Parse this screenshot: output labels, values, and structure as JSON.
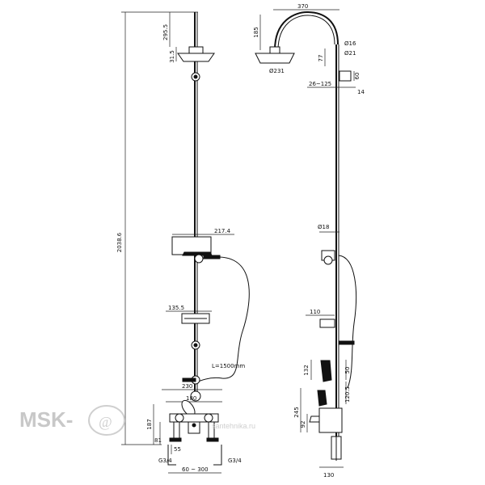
{
  "labels": {
    "total_height": "2038.6",
    "head_drop": "295.5",
    "head_thickness": "31.5",
    "holder_width": "217.4",
    "soap_dish_width": "135.5",
    "hose_length": "L=1500mm",
    "mixer_width_top": "230",
    "mixer_width_mid": "180",
    "mixer_height": "187",
    "dim_81": "81",
    "dim_55": "55",
    "inlet_left": "G3/4",
    "inlet_right": "G3/4",
    "centers": "60 ~ 300",
    "arm_width": "370",
    "arm_height": "185",
    "pipe_d16": "Ø16",
    "pipe_d21": "Ø21",
    "dim_77": "77",
    "head_diameter": "Ø231",
    "bracket_60": "60",
    "bracket_range": "26~125",
    "bracket_14": "14",
    "holder_d18": "Ø18",
    "side_soap_110": "110",
    "valve_132": "132",
    "valve_50": "50",
    "valve_120": "120.5",
    "mixer_side_245": "245",
    "spout_92": "92",
    "foot_130": "130"
  },
  "watermark": {
    "brand": "MSK-",
    "at_sign": "@",
    "domain": "santehnika.ru"
  }
}
